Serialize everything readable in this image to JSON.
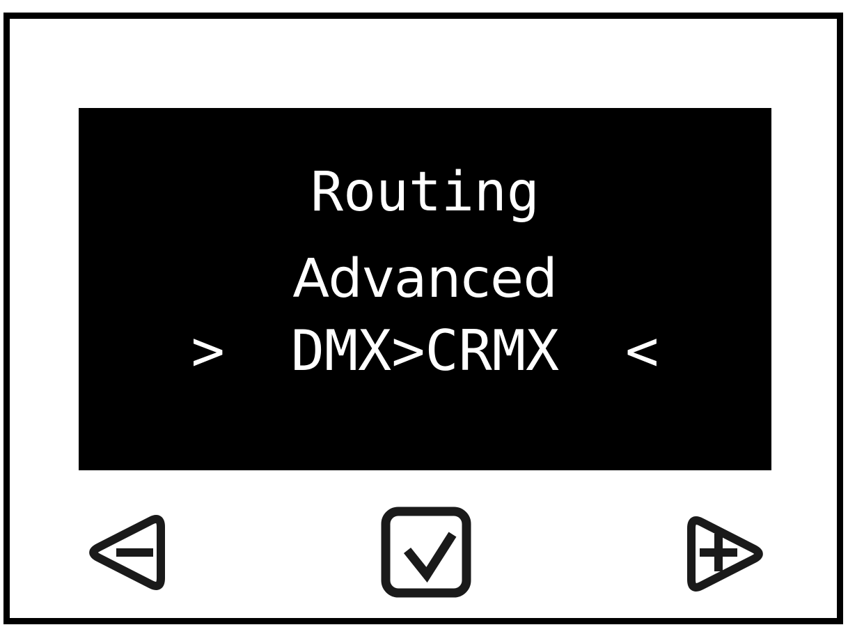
{
  "screen": {
    "menu_title": "Routing",
    "menu_item": "Advanced",
    "selector": {
      "left_indicator": ">",
      "value": "DMX>CRMX",
      "right_indicator": "<"
    },
    "bg_color": "#000000",
    "text_color": "#ffffff"
  },
  "buttons": {
    "minus": {
      "icon": "triangle-left-minus-icon"
    },
    "confirm": {
      "icon": "checkbox-check-icon"
    },
    "plus": {
      "icon": "triangle-right-plus-icon"
    }
  },
  "colors": {
    "frame_border": "#000000",
    "icon_stroke": "#1a1a1a",
    "background": "#ffffff"
  }
}
